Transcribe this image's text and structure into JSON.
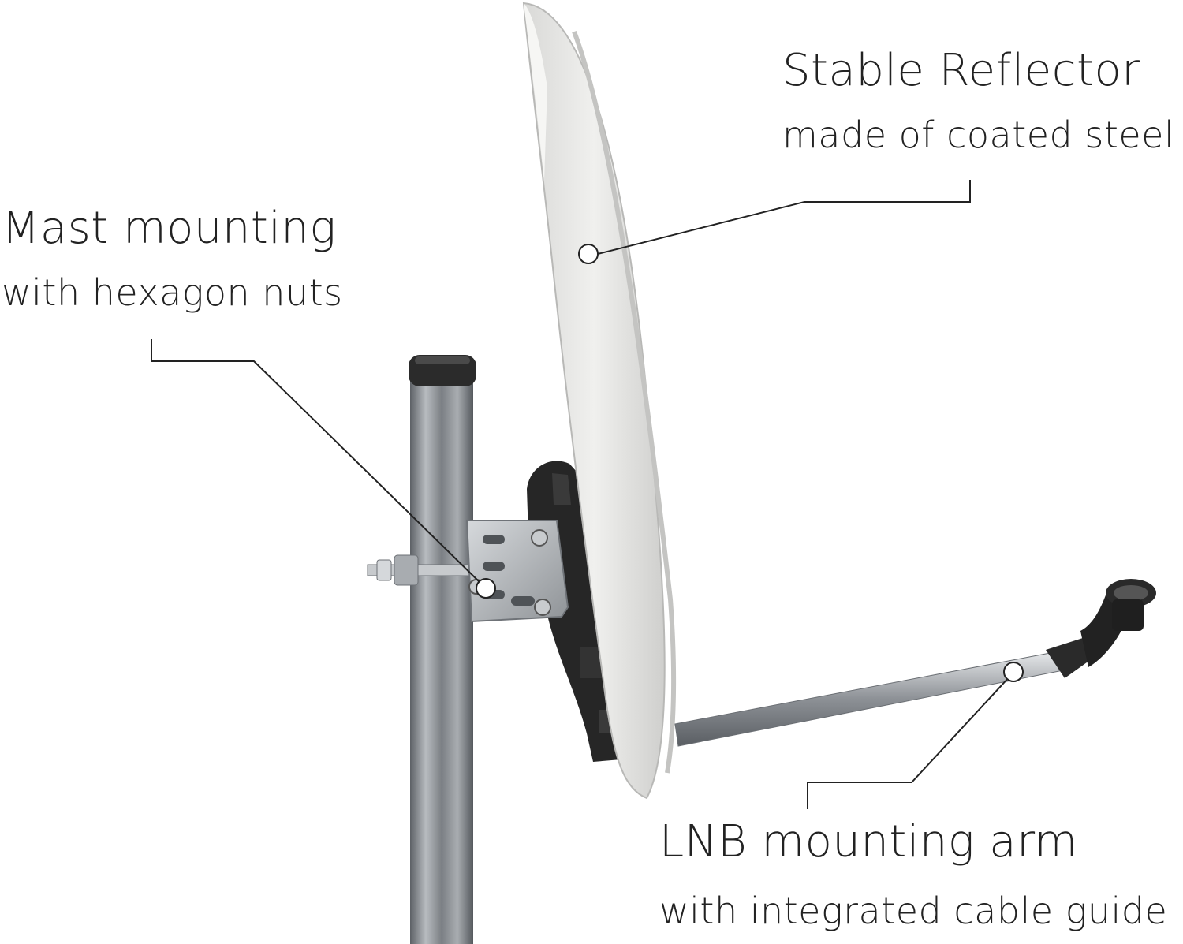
{
  "callouts": {
    "reflector": {
      "title": "Stable Reflector",
      "subtitle": "made of coated steel"
    },
    "mast": {
      "title": "Mast mounting",
      "subtitle": "with hexagon nuts"
    },
    "arm": {
      "title": "LNB mounting arm",
      "subtitle": "with integrated cable guide"
    }
  },
  "colors": {
    "text": "#222222",
    "dish": "#e6e6e4",
    "pole": "#8e9296",
    "bracket": "#2a2a2a",
    "plate": "#b9bdc1",
    "leader": "#222222"
  }
}
